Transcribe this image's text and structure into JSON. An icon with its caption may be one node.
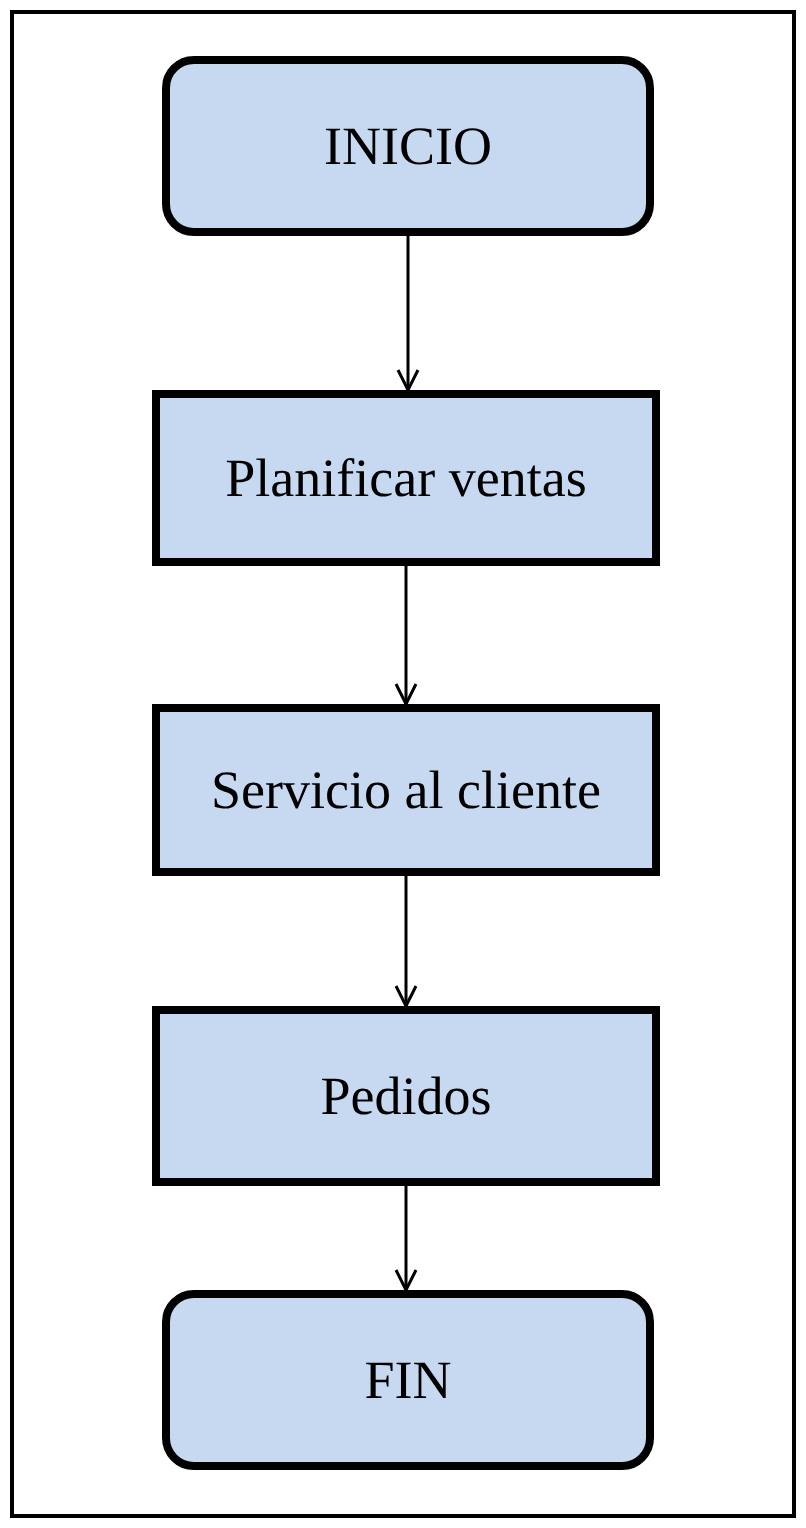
{
  "diagram": {
    "nodes": [
      {
        "text": [
          "INICIO"
        ]
      },
      {
        "text": [
          "Planificar ventas"
        ]
      },
      {
        "text": [
          "Servicio al cliente"
        ]
      },
      {
        "text": [
          "Pedidos"
        ]
      },
      {
        "text": [
          "FIN"
        ]
      }
    ],
    "edges": [
      {
        "from": 0,
        "to": 1,
        "arrow": "to"
      },
      {
        "from": 1,
        "to": 2,
        "arrow": "to"
      },
      {
        "from": 2,
        "to": 3,
        "arrow": "to"
      },
      {
        "from": 3,
        "to": 4,
        "arrow": "to"
      }
    ]
  }
}
